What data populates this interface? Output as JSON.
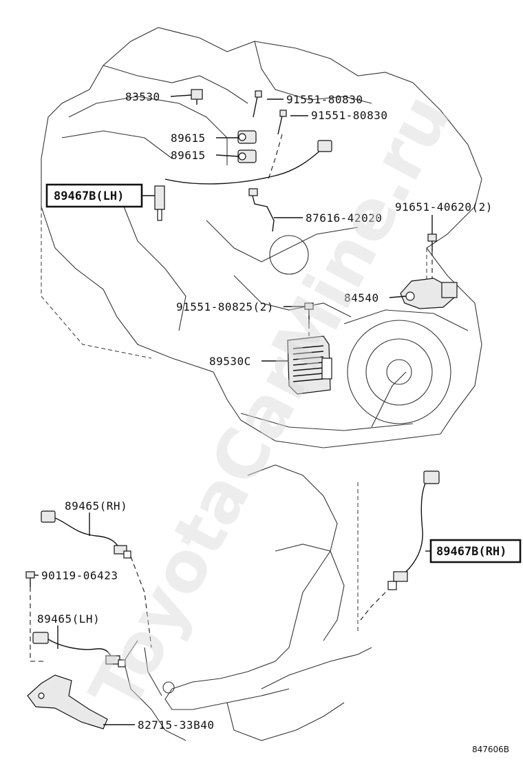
{
  "watermark": "ToyotaCarMine.ru",
  "diagram_code": "847606B",
  "labels": {
    "p83530": "83530",
    "p91551_80830_a": "91551-80830",
    "p91551_80830_b": "91551-80830",
    "p89615_a": "89615",
    "p89615_b": "89615",
    "p89467b_lh": "89467B(LH)",
    "p87616_42020": "87616-42020",
    "p91651_40620": "91651-40620(2)",
    "p84540": "84540",
    "p91551_80825": "91551-80825(2)",
    "p89530c": "89530C",
    "p89465_rh": "89465(RH)",
    "p89467b_rh": "89467B(RH)",
    "p90119_06423": "90119-06423",
    "p89465_lh": "89465(LH)",
    "p82715_33b40": "82715-33B40"
  }
}
